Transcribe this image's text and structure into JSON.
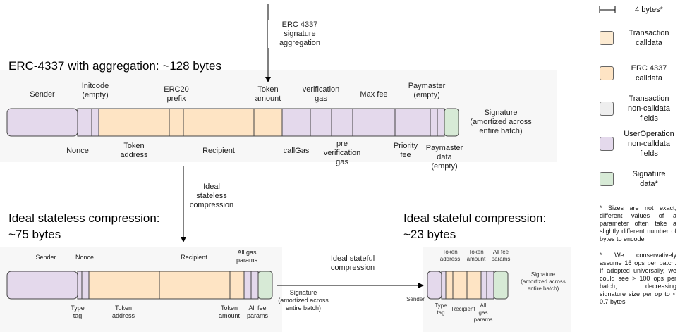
{
  "colors": {
    "transaction": "#fdebd2",
    "erc4337": "#fee4c4",
    "tx_noncalldata": "#eeeeee",
    "userop": "#e4d9ec",
    "signature": "#d7ead6",
    "border": "#444444"
  },
  "arrows": {
    "erc_sig_agg": "ERC 4337\nsignature\naggregation",
    "ideal_stateless": "Ideal\nstateless\ncompression",
    "ideal_stateful": "Ideal stateful\ncompression"
  },
  "diagram1": {
    "title": "ERC-4337 with aggregation: ~128 bytes",
    "top_labels": {
      "sender": "Sender",
      "initcode": "Initcode\n(empty)",
      "erc20": "ERC20\nprefix",
      "token_amount": "Token\namount",
      "verif_gas": "verification\ngas",
      "max_fee": "Max fee",
      "paymaster": "Paymaster\n(empty)"
    },
    "bottom_labels": {
      "nonce": "Nonce",
      "token_address": "Token\naddress",
      "recipient": "Recipient",
      "callgas": "callGas",
      "pre_verif": "pre\nverification\ngas",
      "priority_fee": "Priority\nfee",
      "paymaster_data": "Paymaster\ndata\n(empty)"
    },
    "signature": "Signature\n(amortized across\nentire batch)"
  },
  "diagram2": {
    "title": "Ideal stateless compression:\n ~75 bytes",
    "top_labels": {
      "sender": "Sender",
      "nonce": "Nonce",
      "recipient": "Recipient",
      "all_gas": "All gas\nparams"
    },
    "bottom_labels": {
      "type_tag": "Type\ntag",
      "token_address": "Token\naddress",
      "token_amount": "Token\namount",
      "all_fee": "All fee\nparams"
    },
    "signature": "Signature\n(amortized across\nentire batch)"
  },
  "diagram3": {
    "title": "Ideal stateful compression:\n ~23 bytes",
    "top_labels": {
      "token_address": "Token\naddress",
      "token_amount": "Token\namount",
      "all_fee": "All fee\nparams"
    },
    "bottom_labels": {
      "sender": "Sender",
      "type_tag": "Type\ntag",
      "recipient": "Recipient",
      "all_gas": "All\ngas\nparams"
    },
    "signature": "Signature\n(amortized across\nentire batch)"
  },
  "legend": {
    "scale": "4 bytes*",
    "transaction": "Transaction\ncalldata",
    "erc4337": "ERC 4337\ncalldata",
    "tx_noncalldata": "Transaction\nnon-calldata\nfields",
    "userop": "UserOperation\nnon-calldata\nfields",
    "signature": "Signature\ndata*"
  },
  "notes": {
    "sizes": "* Sizes are not exact; different values of a parameter often take a slightly different number of bytes to encode",
    "conservative": "* We conservatively assume 16 ops per batch. If adopted universally, we could see > 100 ops per batch, decreasing signature size per op to < 0.7 bytes"
  }
}
